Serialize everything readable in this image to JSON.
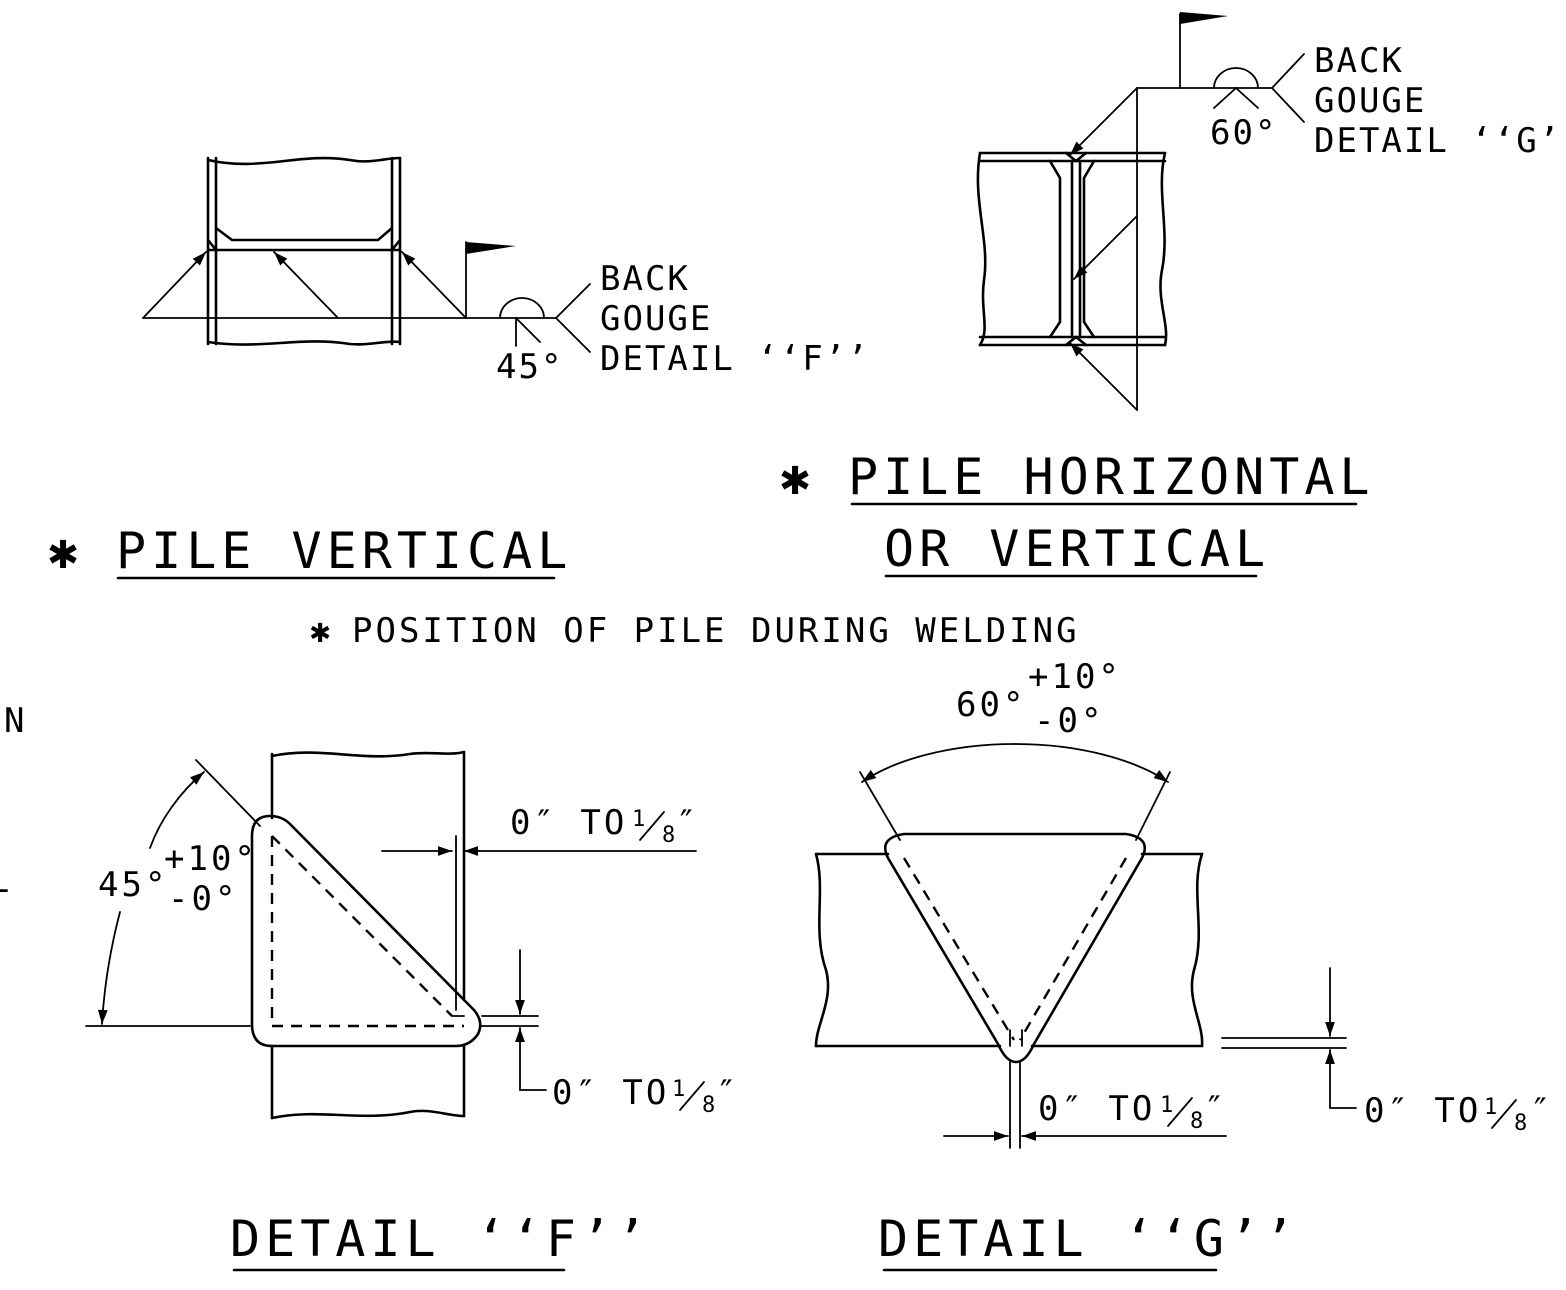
{
  "symbols": {
    "note_marker": "✱"
  },
  "views": {
    "pile_vertical": {
      "callout": [
        "BACK",
        "GOUGE",
        "DETAIL ‘‘F’’"
      ],
      "groove_angle": "45°",
      "title": "PILE VERTICAL"
    },
    "pile_horizontal": {
      "callout": [
        "BACK",
        "GOUGE",
        "DETAIL ‘‘G’’"
      ],
      "groove_angle": "60°",
      "title_line1": "PILE HORIZONTAL",
      "title_line2": "OR VERTICAL"
    }
  },
  "note": "POSITION OF PILE DURING WELDING",
  "detail_f": {
    "title": "DETAIL ‘‘F’’",
    "angle": "45°",
    "tol_plus": "+10°",
    "tol_minus": "-0°",
    "gap_top": "0″ TO",
    "gap_bottom": "0″ TO",
    "fraction_num": "1",
    "fraction_den": "8",
    "fraction_unit": "″"
  },
  "detail_g": {
    "title": "DETAIL ‘‘G’’",
    "angle": "60°",
    "tol_plus": "+10°",
    "tol_minus": "-0°",
    "gap_root": "0″ TO",
    "gap_side": "0″ TO",
    "fraction_num": "1",
    "fraction_den": "8",
    "fraction_unit": "″"
  },
  "edge_fragments": [
    "N",
    "T"
  ]
}
